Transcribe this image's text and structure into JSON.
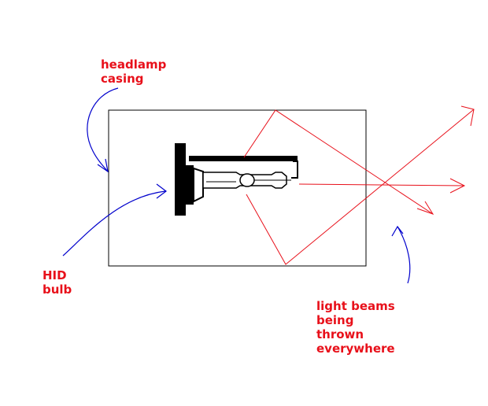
{
  "labels": {
    "casing": [
      "headlamp",
      "casing"
    ],
    "bulb": [
      "HID",
      "bulb"
    ],
    "beams": [
      "light beams",
      "being",
      "thrown",
      "everywhere"
    ]
  },
  "colors": {
    "label_text": "#e8101a",
    "pointer_arrow": "#0000cc",
    "light_beam": "#e8101a",
    "casing_outline": "#000000",
    "bulb": "#000000"
  }
}
